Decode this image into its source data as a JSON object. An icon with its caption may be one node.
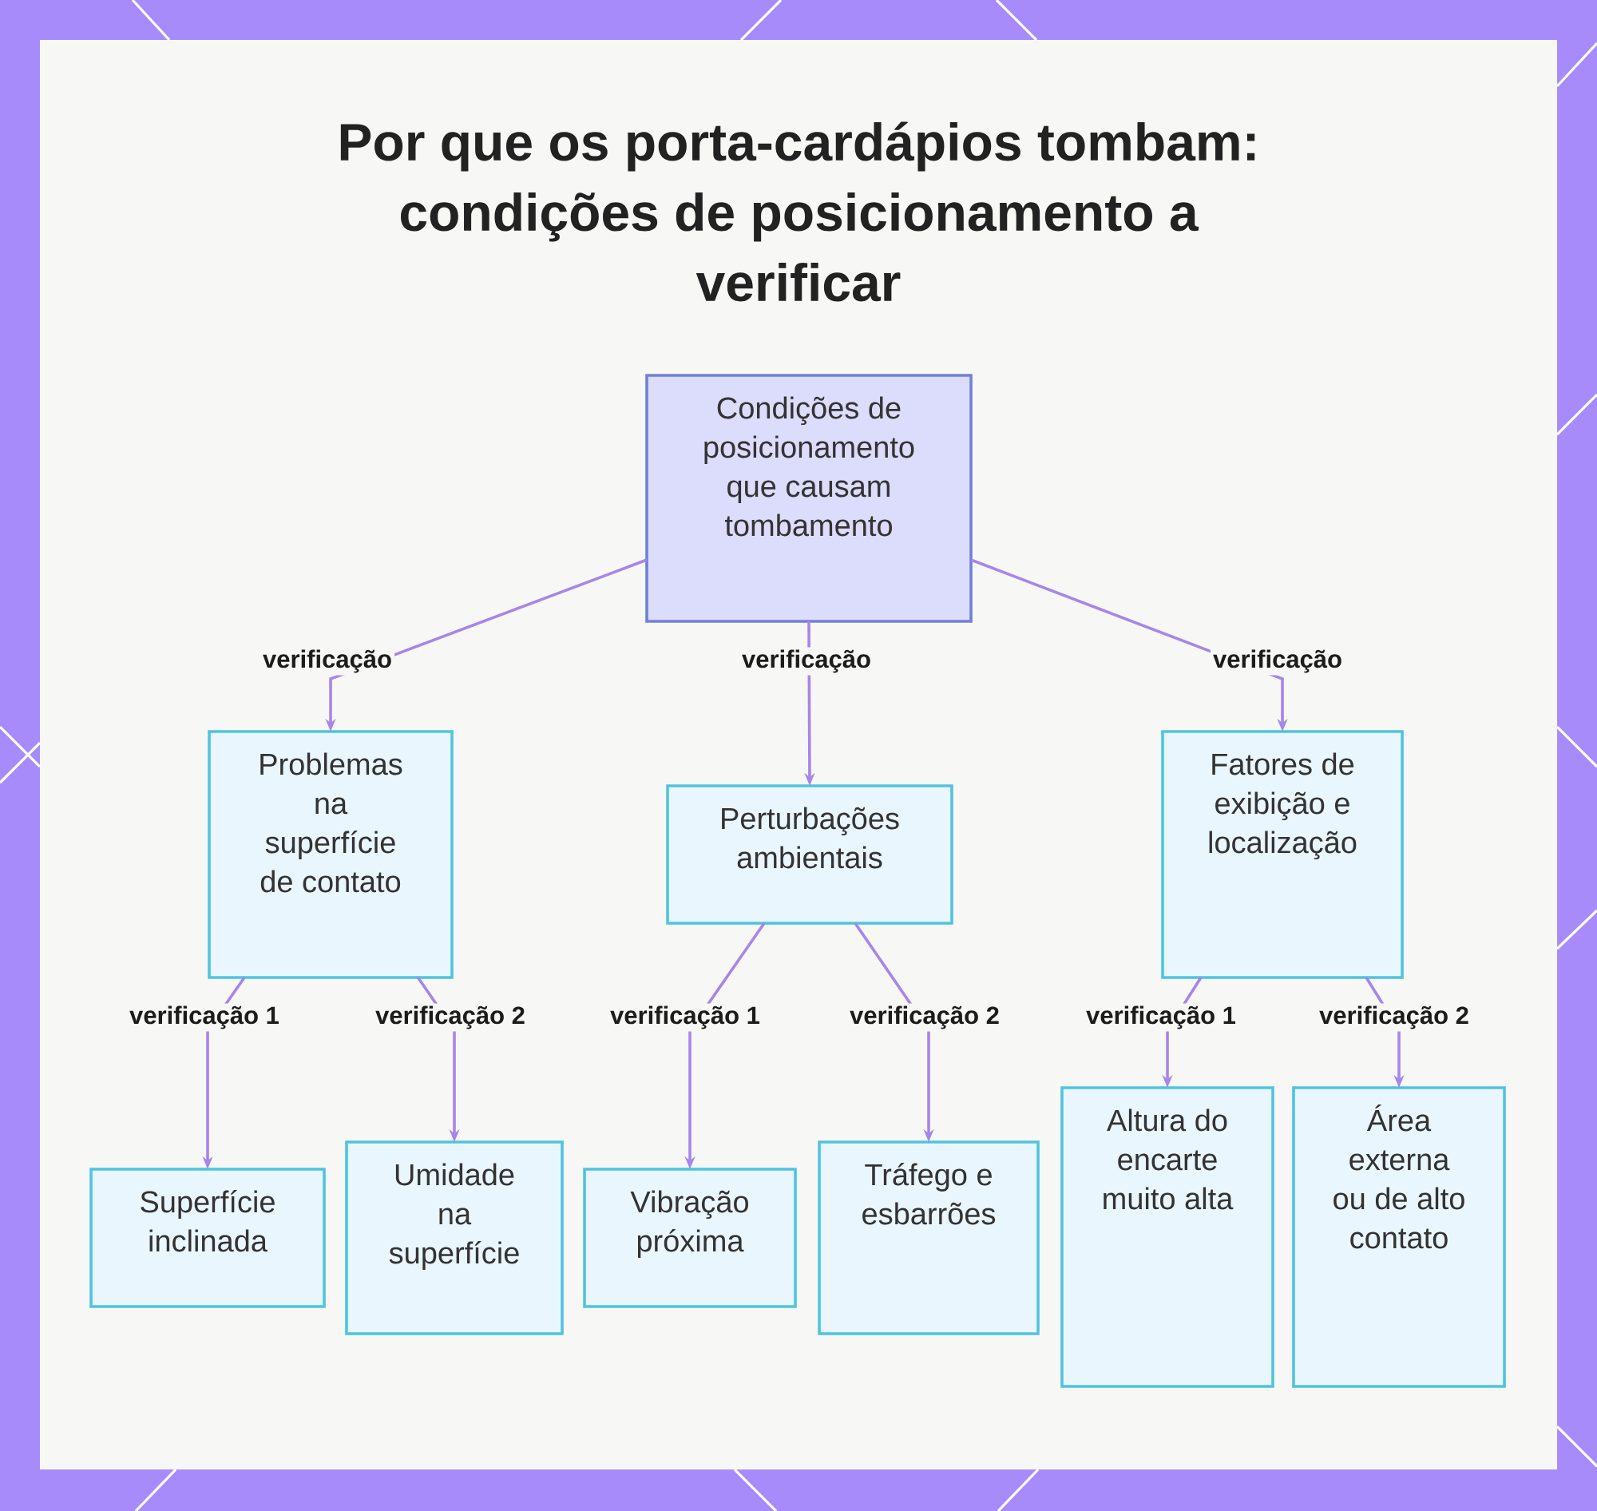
{
  "diagram": {
    "title": "Por que os porta-cardápios tombam: condições de posicionamento a verificar",
    "nodes": [
      {
        "text": [
          "Condições de posicionamento que causam tombamento"
        ]
      },
      {
        "text": [
          "Problemas na superfície de contato"
        ]
      },
      {
        "text": [
          "Perturbações ambientais"
        ]
      },
      {
        "text": [
          "Fatores de exibição e localização"
        ]
      },
      {
        "text": [
          "Superfície inclinada"
        ]
      },
      {
        "text": [
          "Umidade na superfície"
        ]
      },
      {
        "text": [
          "Vibração próxima"
        ]
      },
      {
        "text": [
          "Tráfego e esbarrões"
        ]
      },
      {
        "text": [
          "Altura do encarte muito alta"
        ]
      },
      {
        "text": [
          "Área externa ou de alto contato"
        ]
      }
    ],
    "edges": [
      {
        "from": 0,
        "to": 1,
        "arrow": "to",
        "label": "verificação"
      },
      {
        "from": 0,
        "to": 2,
        "arrow": "to",
        "label": "verificação"
      },
      {
        "from": 0,
        "to": 3,
        "arrow": "to",
        "label": "verificação"
      },
      {
        "from": 1,
        "to": 4,
        "arrow": "to",
        "label": "verificação 1"
      },
      {
        "from": 1,
        "to": 5,
        "arrow": "to",
        "label": "verificação 2"
      },
      {
        "from": 2,
        "to": 6,
        "arrow": "to",
        "label": "verificação 1"
      },
      {
        "from": 2,
        "to": 7,
        "arrow": "to",
        "label": "verificação 2"
      },
      {
        "from": 3,
        "to": 8,
        "arrow": "to",
        "label": "verificação 1"
      },
      {
        "from": 3,
        "to": 9,
        "arrow": "to",
        "label": "verificação 2"
      }
    ]
  }
}
